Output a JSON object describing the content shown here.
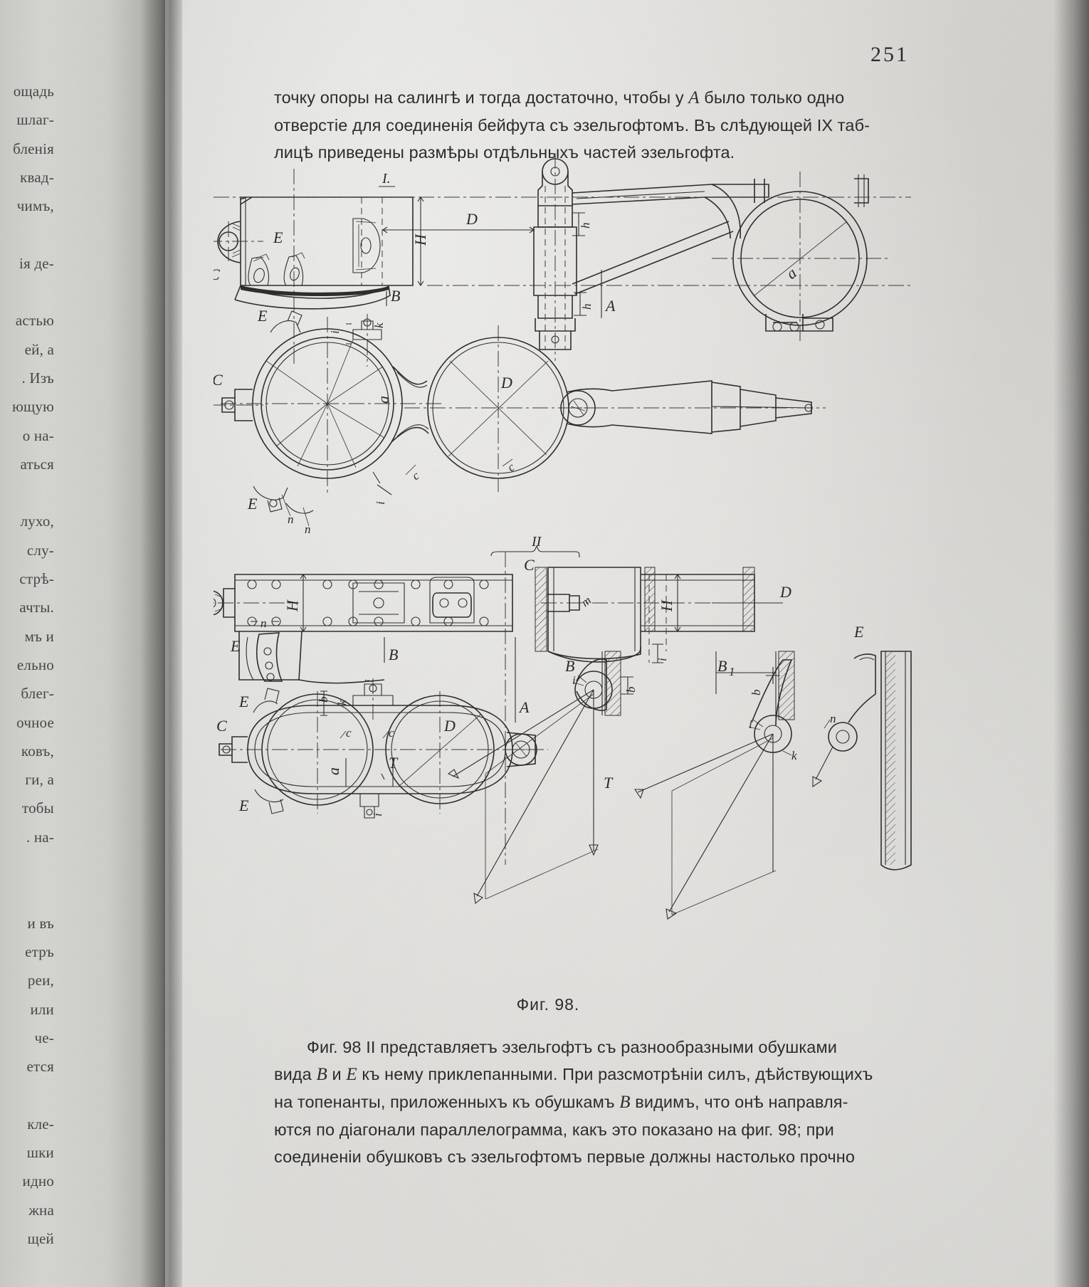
{
  "page": {
    "folio": "251",
    "paper_color": "#dedbd7",
    "ink_color": "#2c2c2c"
  },
  "left_margin_fragments": [
    "ощадь",
    "шлаг-",
    "бленія",
    "квад-",
    "чимъ,",
    "",
    "ія де-",
    "",
    "астью",
    "ей, а",
    ". Изъ",
    "ющую",
    "о на-",
    "аться",
    "",
    "лухо,",
    "слу-",
    "стрѣ-",
    "ачты.",
    "мъ и",
    "ельно",
    "блег-",
    "очное",
    "ковъ,",
    "ги, а",
    "тобы",
    ". на-",
    "",
    "",
    "и въ",
    "етръ",
    "реи,",
    "или",
    "че-",
    "ется",
    "",
    "кле-",
    "шки",
    "идно",
    "жна",
    "щей"
  ],
  "top_paragraph": {
    "line1_a": "точку опоры  на салингѣ и тогда достаточно, чтобы  у ",
    "line1_italic": "A",
    "line1_b": " было только одно",
    "line2": "отверстіе для соединенія  бейфута  съ  эзельгофтомъ.  Въ  слѣдующей IX таб-",
    "line3": "лицѣ приведены размѣры отдѣльныхъ частей эзельгофта."
  },
  "figure": {
    "caption": "Фиг. 98.",
    "view_labels": {
      "upper": "I.",
      "lower": "II"
    },
    "dimension_labels": [
      "a",
      "b",
      "c",
      "D",
      "E",
      "H",
      "A",
      "B",
      "B1",
      "C",
      "h",
      "i",
      "k",
      "m",
      "m1",
      "n",
      "T"
    ],
    "upper_view": {
      "name": "I.",
      "labels": [
        "I.",
        "C",
        "E",
        "H",
        "D",
        "B",
        "A",
        "h",
        "a",
        "i",
        "k",
        "n"
      ]
    },
    "lower_view": {
      "name": "II",
      "labels": [
        "II",
        "C",
        "E",
        "H",
        "D",
        "B",
        "A",
        "m",
        "m1",
        "n",
        "b",
        "c",
        "i",
        "k",
        "B1",
        "T"
      ]
    }
  },
  "bottom_paragraph": {
    "line1_a": "Фиг. 98 II  представляетъ  эзельгофтъ  съ  разнообразными  обушками",
    "line2_a": "вида ",
    "line2_i1": "B",
    "line2_b": " и ",
    "line2_i2": "E",
    "line2_c": " къ нему приклепанными. При разсмотрѣніи силъ, дѣйствующихъ",
    "line3_a": "на топенанты, приложенныхъ къ обушкамъ ",
    "line3_i": "B",
    "line3_b": " видимъ,  что  онѣ  направля-",
    "line4": "ются по діагонали параллелограмма, какъ  это  показано  на  фиг. 98;  при",
    "line5": "соединеніи обушковъ съ эзельгофтомъ  первые  должны  настолько  прочно"
  }
}
